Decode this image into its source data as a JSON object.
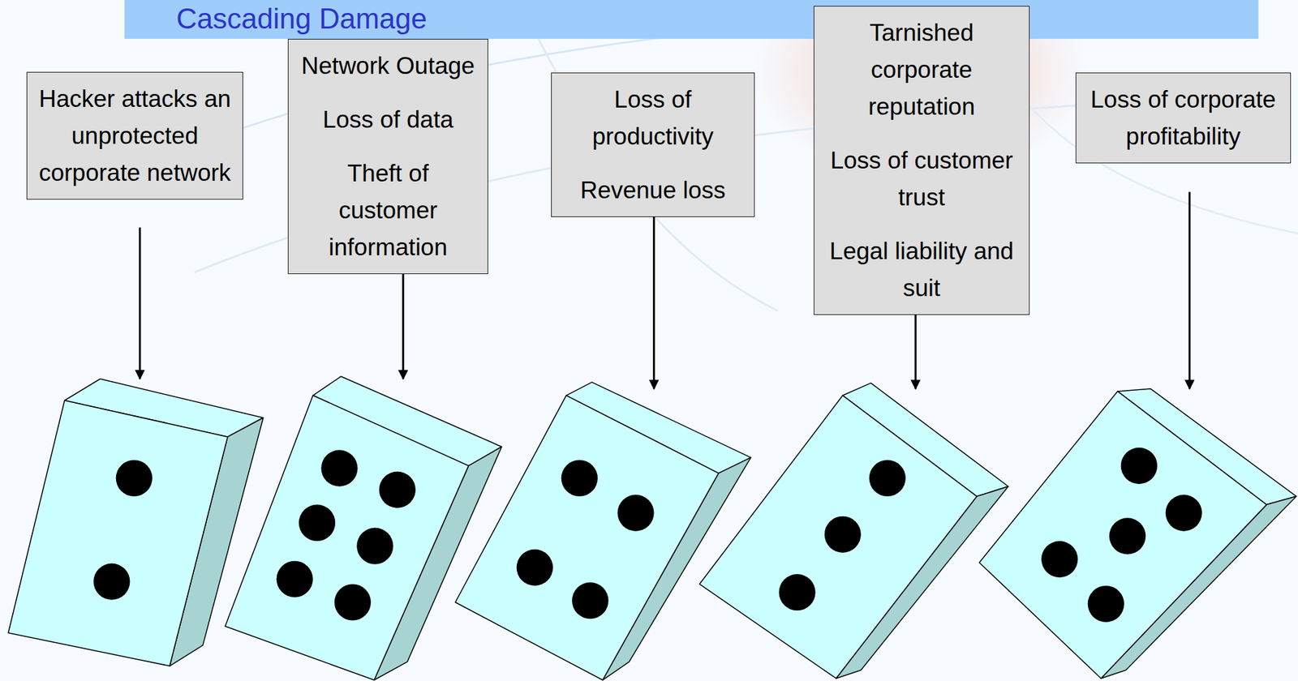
{
  "diagram": {
    "title": "Cascading Damage",
    "nodes": [
      {
        "text": [
          "Hacker attacks an unprotected corporate network"
        ]
      },
      {
        "text": [
          "Network Outage",
          "Loss of data",
          "Theft of customer information"
        ]
      },
      {
        "text": [
          "Loss of productivity",
          "Revenue loss"
        ]
      },
      {
        "text": [
          "Tarnished corporate reputation",
          "Loss of customer trust",
          "Legal liability and suit"
        ]
      },
      {
        "text": [
          "Loss of corporate profitability"
        ]
      }
    ]
  }
}
